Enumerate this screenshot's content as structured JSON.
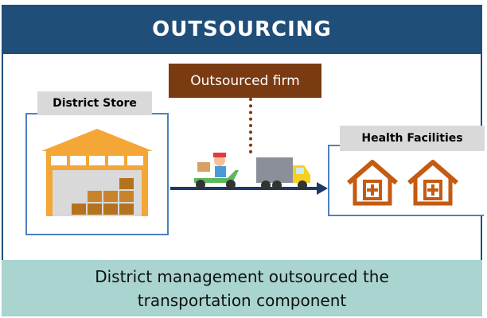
{
  "title": "OUTSOURCING",
  "firm_label": "Outsourced firm",
  "district_store_label": "District Store",
  "health_facilities_label": "Health Facilities",
  "footer": {
    "line1": "District management outsourced the",
    "line2": "transportation component"
  },
  "colors": {
    "header": "#1f4e79",
    "firm": "#7a3a12",
    "footer": "#a9d4d0",
    "warehouse": "#f4a636",
    "house": "#c55a11"
  }
}
